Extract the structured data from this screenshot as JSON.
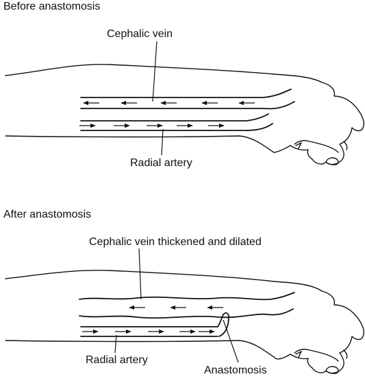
{
  "panels": [
    {
      "heading": "Before anastomosis",
      "vein_label": "Cephalic vein",
      "artery_label": "Radial artery"
    },
    {
      "heading": "After anastomosis",
      "vein_label": "Cephalic vein thickened and dilated",
      "artery_label": "Radial artery",
      "anastomosis_label": "Anastomosis"
    }
  ],
  "flow": {
    "vein_direction": "toward elbow (leftward)",
    "artery_direction": "toward hand (rightward)"
  }
}
